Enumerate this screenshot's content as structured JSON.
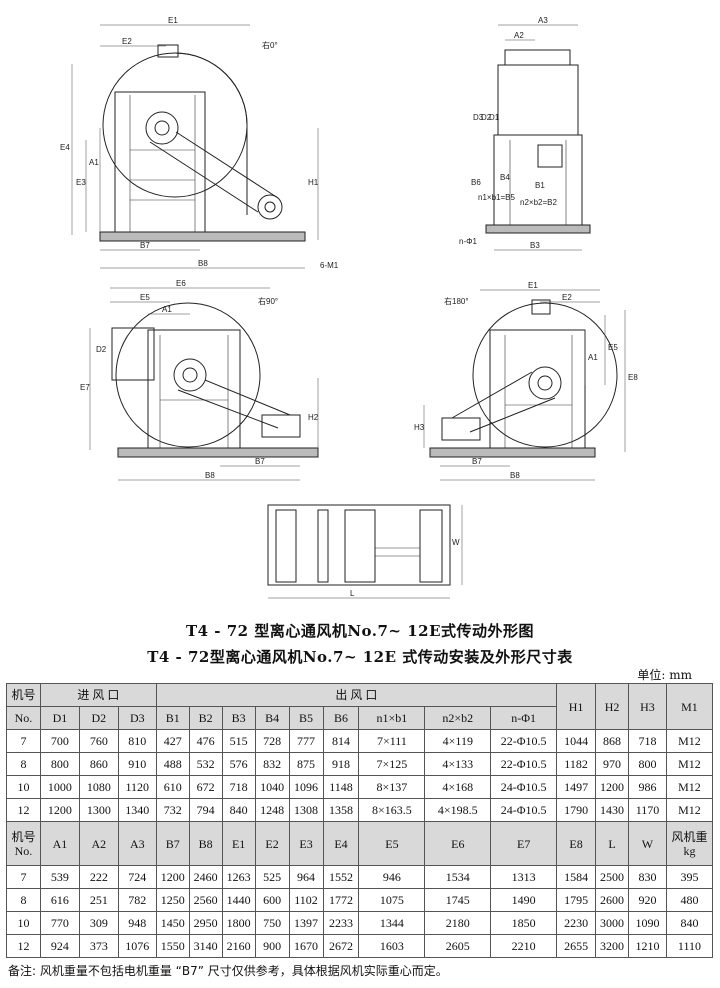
{
  "drawings": {
    "view_right0": {
      "note": "右0°",
      "labels": {
        "E1": "E1",
        "E2": "E2",
        "E4": "E4",
        "E3": "E3",
        "A1": "A1",
        "H1": "H1",
        "B7": "B7",
        "B8": "B8",
        "M": "6-M1"
      }
    },
    "view_side": {
      "labels": {
        "A3": "A3",
        "A2": "A2",
        "D3": "D3",
        "D2": "D2",
        "D1": "D1",
        "B6": "B6",
        "B5": "n1×b1=B5",
        "B4": "B4",
        "B1": "B1",
        "B2": "n2×b2=B2",
        "B3": "B3",
        "n": "n-Φ1"
      }
    },
    "view_right90": {
      "note": "右90°",
      "labels": {
        "E6": "E6",
        "E5": "E5",
        "A1": "A1",
        "E7": "E7",
        "D2": "D2",
        "H2": "H2",
        "B7": "B7",
        "B8": "B8"
      }
    },
    "view_right180": {
      "note": "右180°",
      "labels": {
        "E1": "E1",
        "E2": "E2",
        "A1": "A1",
        "E5": "E5",
        "E8": "E8",
        "H3": "H3",
        "B7": "B7",
        "B8": "B8"
      }
    },
    "view_base": {
      "labels": {
        "L": "L",
        "W": "W"
      }
    }
  },
  "caption1": "T4 - 72 型离心通风机No.7~ 12E式传动外形图",
  "caption2": "T4 - 72型离心通风机No.7~ 12E 式传动安装及外形尺寸表",
  "unit": "单位: mm",
  "table": {
    "header1": {
      "model": "机号",
      "inlet": "进 风 口",
      "outlet": "出 风 口",
      "H1": "H1",
      "H2": "H2",
      "H3": "H3",
      "M1": "M1"
    },
    "header1b": [
      "No.",
      "D1",
      "D2",
      "D3",
      "B1",
      "B2",
      "B3",
      "B4",
      "B5",
      "B6",
      "n1×b1",
      "n2×b2",
      "n-Φ1"
    ],
    "rows1": [
      [
        "7",
        "700",
        "760",
        "810",
        "427",
        "476",
        "515",
        "728",
        "777",
        "814",
        "7×111",
        "4×119",
        "22-Φ10.5",
        "1044",
        "868",
        "718",
        "M12"
      ],
      [
        "8",
        "800",
        "860",
        "910",
        "488",
        "532",
        "576",
        "832",
        "875",
        "918",
        "7×125",
        "4×133",
        "22-Φ10.5",
        "1182",
        "970",
        "800",
        "M12"
      ],
      [
        "10",
        "1000",
        "1080",
        "1120",
        "610",
        "672",
        "718",
        "1040",
        "1096",
        "1148",
        "8×137",
        "4×168",
        "24-Φ10.5",
        "1497",
        "1200",
        "986",
        "M12"
      ],
      [
        "12",
        "1200",
        "1300",
        "1340",
        "732",
        "794",
        "840",
        "1248",
        "1308",
        "1358",
        "8×163.5",
        "4×198.5",
        "24-Φ10.5",
        "1790",
        "1430",
        "1170",
        "M12"
      ]
    ],
    "header2": {
      "model": "机号",
      "model_no": "No.",
      "cols": [
        "A1",
        "A2",
        "A3",
        "B7",
        "B8",
        "E1",
        "E2",
        "E3",
        "E4",
        "E5",
        "E6",
        "E7",
        "E8",
        "L",
        "W"
      ],
      "weight": "风机重",
      "weight_unit": "kg"
    },
    "rows2": [
      [
        "7",
        "539",
        "222",
        "724",
        "1200",
        "2460",
        "1263",
        "525",
        "964",
        "1552",
        "946",
        "1534",
        "1313",
        "1584",
        "2500",
        "830",
        "395"
      ],
      [
        "8",
        "616",
        "251",
        "782",
        "1250",
        "2560",
        "1440",
        "600",
        "1102",
        "1772",
        "1075",
        "1745",
        "1490",
        "1795",
        "2600",
        "920",
        "480"
      ],
      [
        "10",
        "770",
        "309",
        "948",
        "1450",
        "2950",
        "1800",
        "750",
        "1397",
        "2233",
        "1344",
        "2180",
        "1850",
        "2230",
        "3000",
        "1090",
        "840"
      ],
      [
        "12",
        "924",
        "373",
        "1076",
        "1550",
        "3140",
        "2160",
        "900",
        "1670",
        "2672",
        "1603",
        "2605",
        "2210",
        "2655",
        "3200",
        "1210",
        "1110"
      ]
    ]
  },
  "note": "备注: 风机重量不包括电机重量 “B7” 尺寸仅供参考，具体根据风机实际重心而定。"
}
